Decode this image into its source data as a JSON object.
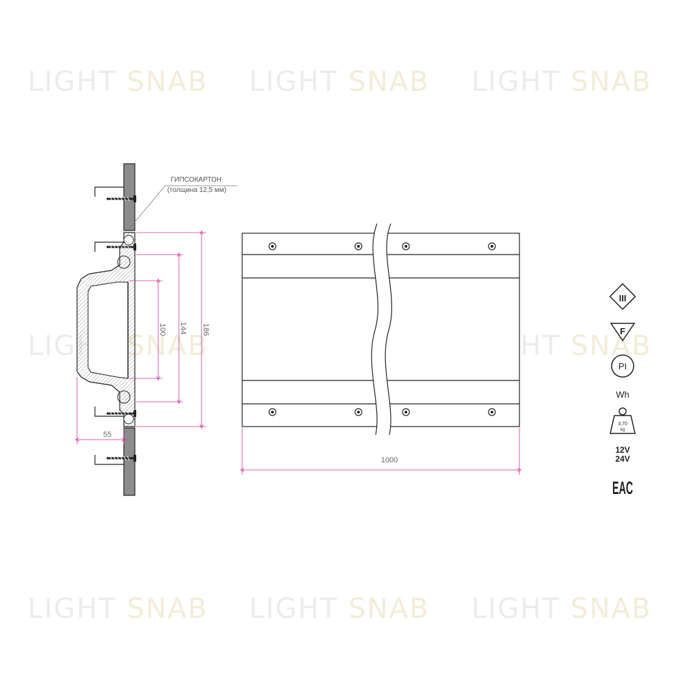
{
  "watermark": {
    "part1": "LIGHT",
    "part2": "SNAB"
  },
  "annotation": {
    "line1": "ГИПСОКАРТОН",
    "line2": "(толщина 12,5 мм)"
  },
  "dimensions": {
    "d100": "100",
    "d144": "144",
    "d186": "186",
    "d55": "55",
    "d1000": "1000"
  },
  "icons": {
    "class3": "III",
    "f_mark": "F",
    "material": "PI",
    "color": "Wh",
    "weight_value": "3,70",
    "weight_unit": "kg",
    "voltage1": "12V",
    "voltage2": "24V",
    "eac": "EAC"
  },
  "colors": {
    "dimension_line": "#cc3399",
    "outline": "#222222",
    "hatch": "#888888"
  }
}
